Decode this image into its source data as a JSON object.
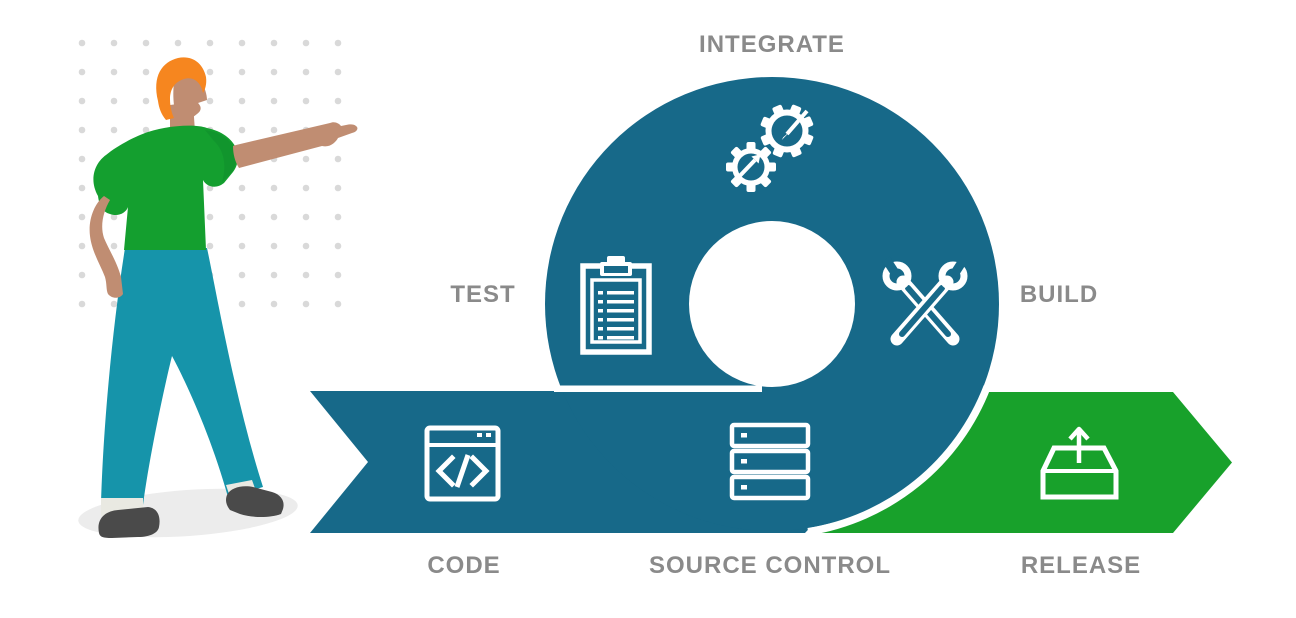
{
  "diagram": {
    "labels": {
      "integrate": "INTEGRATE",
      "test": "TEST",
      "build": "BUILD",
      "code": "CODE",
      "source_control": "SOURCE CONTROL",
      "release": "RELEASE"
    },
    "icons": {
      "integrate": "gears-sync-arrows-icon",
      "test": "clipboard-checklist-icon",
      "build": "crossed-wrenches-icon",
      "code": "code-window-icon",
      "source_control": "server-stack-icon",
      "release": "box-upload-icon"
    },
    "colors": {
      "loop_teal": "#176989",
      "release_green": "#18A12B",
      "label_gray": "#8A8A8A",
      "icon_white": "#FFFFFF",
      "dot_grid_gray": "#D9D9D9"
    }
  },
  "person": {
    "hair_color": "#F6861F",
    "skin_color": "#C08D72",
    "shirt_color": "#149F2F",
    "pants_color": "#1694AA",
    "shoe_color": "#4A4A4A",
    "sock_color": "#E9E9E2",
    "shadow_color": "#ECECEC"
  }
}
